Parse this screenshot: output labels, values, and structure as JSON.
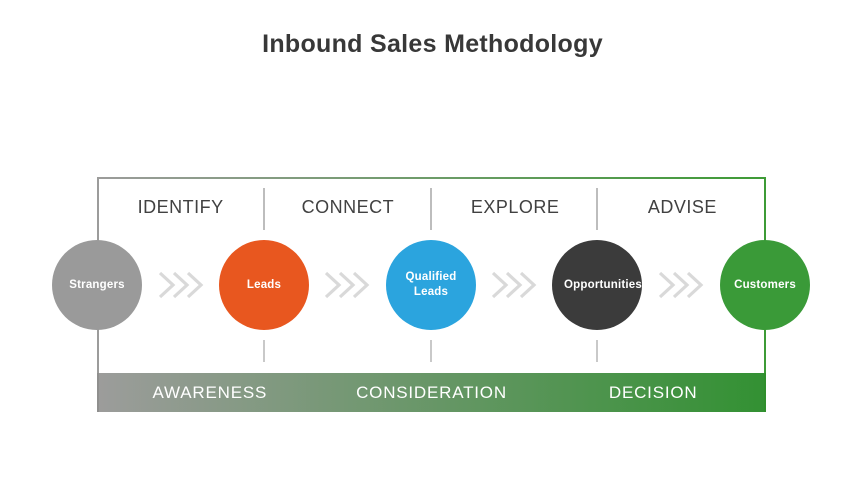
{
  "title": "Inbound Sales Methodology",
  "stages": [
    {
      "label": "IDENTIFY"
    },
    {
      "label": "CONNECT"
    },
    {
      "label": "EXPLORE"
    },
    {
      "label": "ADVISE"
    }
  ],
  "circles": [
    {
      "label": "Strangers",
      "color": "#9A9A9A"
    },
    {
      "label": "Leads",
      "color": "#E8571F"
    },
    {
      "label": "Qualified Leads",
      "color": "#2BA4DE"
    },
    {
      "label": "Opportunities",
      "color": "#3B3B3B"
    },
    {
      "label": "Customers",
      "color": "#3A9A38"
    }
  ],
  "phases": [
    {
      "label": "AWARENESS"
    },
    {
      "label": "CONSIDERATION"
    },
    {
      "label": "DECISION"
    }
  ],
  "colors": {
    "title_text": "#383838",
    "stage_text": "#414141",
    "phase_text": "#FFFFFF",
    "frame_gradient_start": "#9C9C9B",
    "frame_gradient_end": "#3E9B36",
    "bar_gradient_start": "#9C9C9B",
    "bar_gradient_end": "#339133",
    "chevron": "#D9D9D9",
    "divider": "#BDBDBD"
  }
}
